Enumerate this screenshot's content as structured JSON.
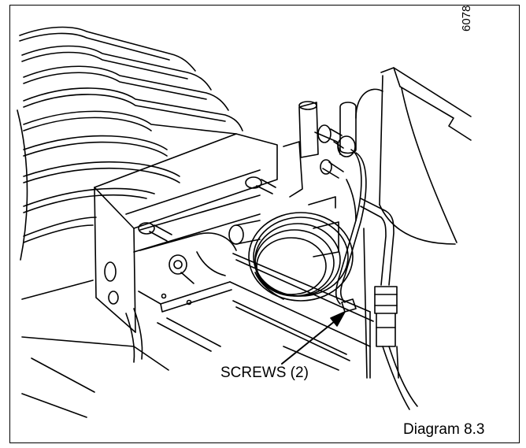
{
  "figure": {
    "drawing_number": "6078",
    "callout_label": "SCREWS (2)",
    "caption": "Diagram 8.3"
  }
}
